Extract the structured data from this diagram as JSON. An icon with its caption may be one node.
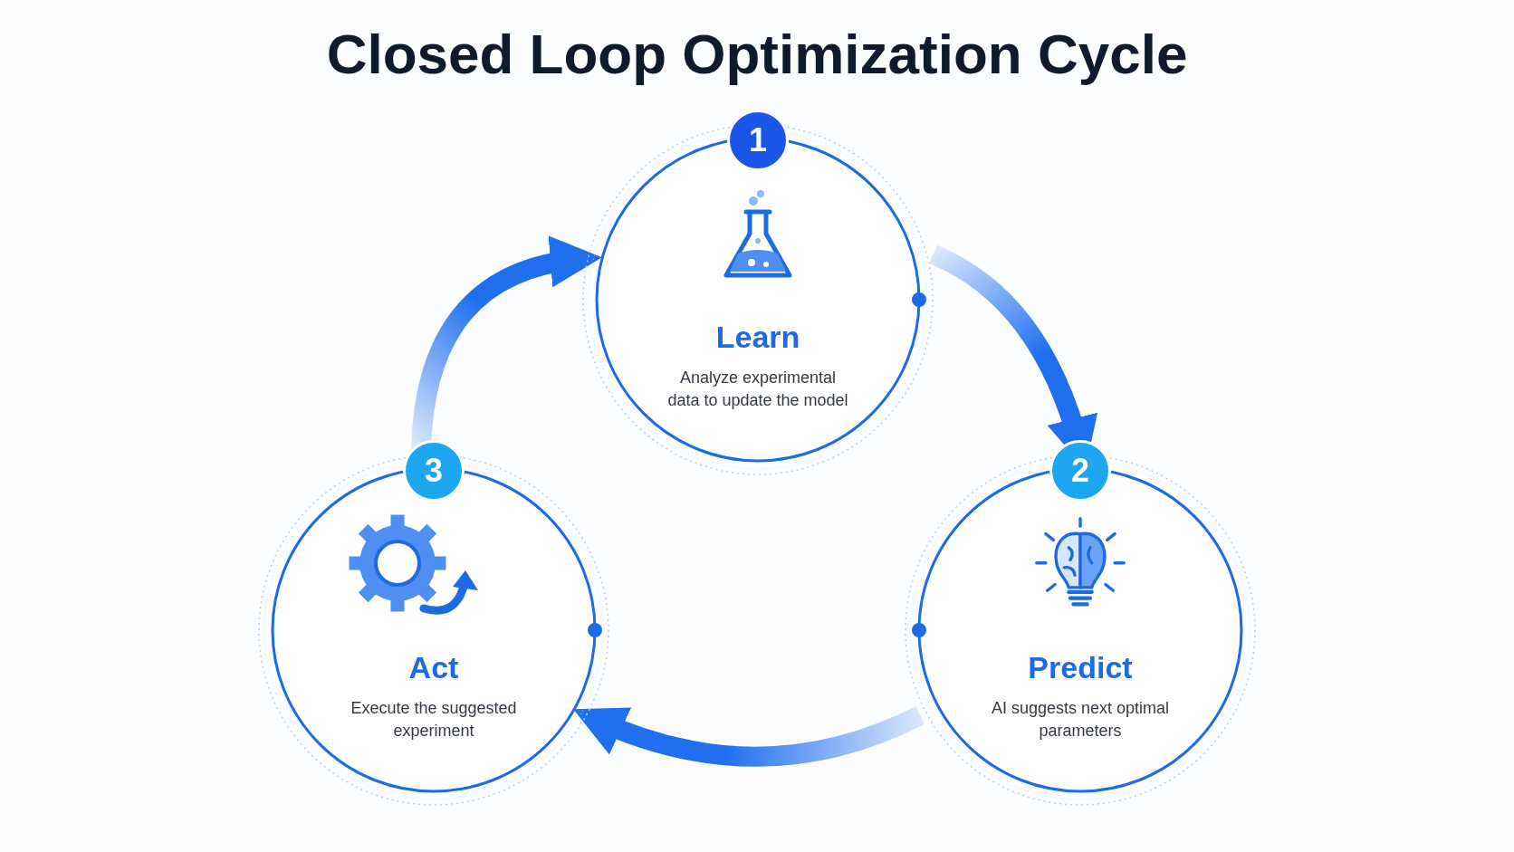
{
  "diagram": {
    "title": "Closed Loop Optimization Cycle",
    "nodes": [
      {
        "text": [
          "1",
          "Learn",
          "Analyze experimental data to update the model"
        ]
      },
      {
        "text": [
          "2",
          "Predict",
          "AI suggests next optimal parameters"
        ]
      },
      {
        "text": [
          "3",
          "Act",
          "Execute the suggested experiment"
        ]
      }
    ],
    "edges": [
      {
        "from": 0,
        "to": 1,
        "arrow": "to",
        "style": "thick"
      },
      {
        "from": 1,
        "to": 2,
        "arrow": "to",
        "style": "thick"
      },
      {
        "from": 2,
        "to": 0,
        "arrow": "to",
        "style": "thick"
      }
    ]
  }
}
